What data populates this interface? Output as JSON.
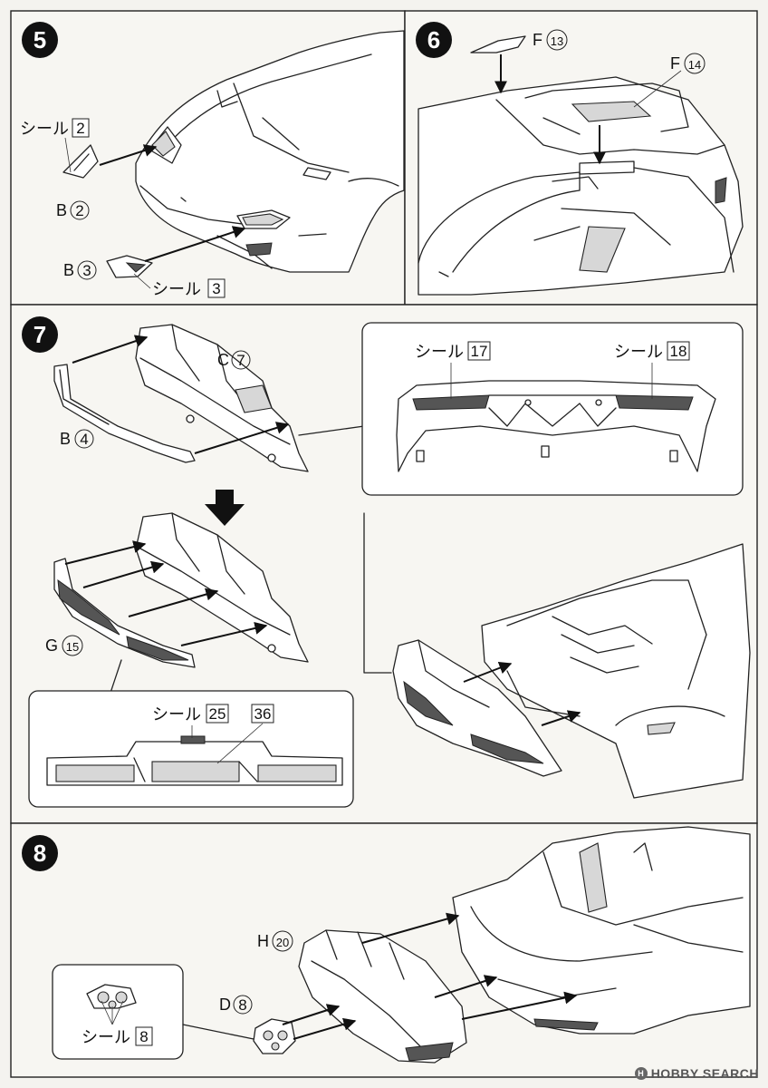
{
  "steps": {
    "s5": {
      "number": "5"
    },
    "s6": {
      "number": "6"
    },
    "s7": {
      "number": "7"
    },
    "s8": {
      "number": "8"
    }
  },
  "labels": {
    "seal_word": "シール",
    "s5_seal_a": "2",
    "s5_part_a_letter": "B",
    "s5_part_a_num": "2",
    "s5_part_b_letter": "B",
    "s5_part_b_num": "3",
    "s5_seal_b": "3",
    "s6_part_a_letter": "F",
    "s6_part_a_num": "13",
    "s6_part_b_letter": "F",
    "s6_part_b_num": "14",
    "s7_part_c_letter": "C",
    "s7_part_c_num": "7",
    "s7_part_b_letter": "B",
    "s7_part_b_num": "4",
    "s7_seal_a": "17",
    "s7_seal_b": "18",
    "s7_part_g_letter": "G",
    "s7_part_g_num": "15",
    "s7_seal_c": "25",
    "s7_seal_d": "36",
    "s8_part_h_letter": "H",
    "s8_part_h_num": "20",
    "s8_part_d_letter": "D",
    "s8_part_d_num": "8",
    "s8_seal": "8"
  },
  "watermark": {
    "icon": "hobby-search-logo-icon",
    "text": "HOBBY SEARCH"
  }
}
